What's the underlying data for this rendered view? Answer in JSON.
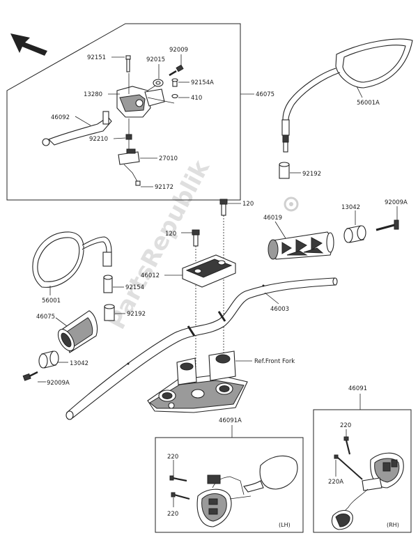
{
  "parts": {
    "p92151": "92151",
    "p92015": "92015",
    "p92009_top": "92009",
    "p92154A": "92154A",
    "p410": "410",
    "p13280": "13280",
    "p46075_top": "46075",
    "p46092": "46092",
    "p92210": "92210",
    "p27010": "27010",
    "p92172": "92172",
    "p56001A": "56001A",
    "p92192_right": "92192",
    "p120_top": "120",
    "p13042_right": "13042",
    "p92009A_right": "92009A",
    "p46019": "46019",
    "p120_mid": "120",
    "p46012": "46012",
    "p92154": "92154",
    "p56001": "56001",
    "p92192_left": "92192",
    "p46003": "46003",
    "p46075_left": "46075",
    "p13042_left": "13042",
    "p92009A_left": "92009A",
    "ref_front_fork": "Ref.Front Fork",
    "p46091": "46091",
    "p46091A": "46091A",
    "p220_rh_top": "220",
    "p220A": "220A",
    "p220_lh_top": "220",
    "p220_lh_bottom": "220",
    "lh": "(LH)",
    "rh": "(RH)"
  },
  "watermark": "PartsRepublik"
}
